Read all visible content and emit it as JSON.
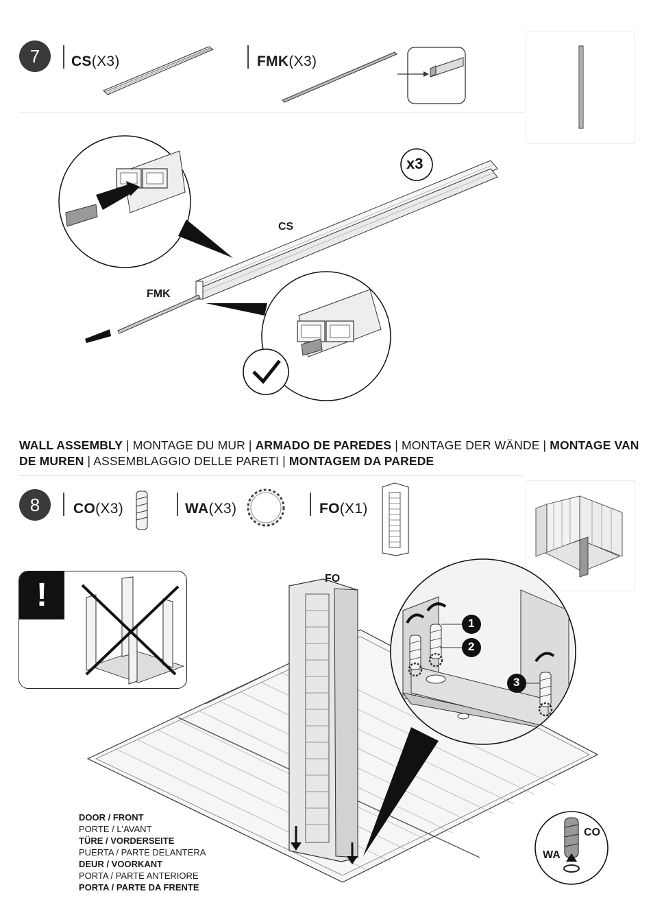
{
  "step7": {
    "number": "7",
    "parts": [
      {
        "code": "CS",
        "qty": "(X3)"
      },
      {
        "code": "FMK",
        "qty": "(X3)"
      }
    ],
    "labels": {
      "cs": "CS",
      "fmk": "FMK",
      "multiplier": "x3"
    }
  },
  "section_title": {
    "segments": [
      {
        "text": "WALL ASSEMBLY",
        "bold": true
      },
      {
        "text": " | MONTAGE DU MUR | ",
        "bold": false
      },
      {
        "text": "ARMADO DE PAREDES",
        "bold": true
      },
      {
        "text": " | MONTAGE DER WÄNDE | ",
        "bold": false
      },
      {
        "text": "MONTAGE VAN DE MUREN",
        "bold": true
      },
      {
        "text": " | ASSEMBLAGGIO DELLE PARETI | ",
        "bold": false
      },
      {
        "text": "MONTAGEM DA PAREDE",
        "bold": true
      }
    ]
  },
  "step8": {
    "number": "8",
    "parts": [
      {
        "code": "CO",
        "qty": "(X3)"
      },
      {
        "code": "WA",
        "qty": "(X3)"
      },
      {
        "code": "FO",
        "qty": "(X1)"
      }
    ],
    "labels": {
      "fo": "FO",
      "co": "CO",
      "wa": "WA",
      "warning": "!"
    },
    "callouts": [
      "1",
      "2",
      "3"
    ],
    "door_lines": [
      {
        "text": "DOOR / FRONT",
        "bold": true
      },
      {
        "text": "PORTE / L'AVANT",
        "bold": false
      },
      {
        "text": "TÜRE / VORDERSEITE",
        "bold": true
      },
      {
        "text": "PUERTA / PARTE DELANTERA",
        "bold": false
      },
      {
        "text": "DEUR / VOORKANT",
        "bold": true
      },
      {
        "text": "PORTA / PARTE ANTERIORE",
        "bold": false
      },
      {
        "text": "PORTA / PARTE DA FRENTE",
        "bold": true
      }
    ]
  }
}
